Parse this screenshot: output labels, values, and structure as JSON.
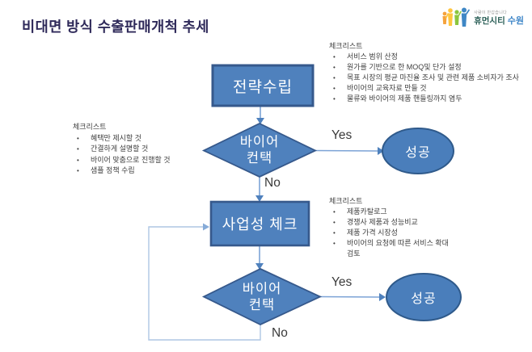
{
  "title": "비대면 방식 수출판매개척 추세",
  "logo": {
    "tagline": "사람이 반갑습니다",
    "brand": "휴먼시티",
    "city": "수원"
  },
  "flow": {
    "strategy": "전략수립",
    "decision1_line1": "바이어",
    "decision1_line2": "컨택",
    "yes1": "Yes",
    "no1": "No",
    "success1": "성공",
    "business_check": "사업성 체크",
    "decision2_line1": "바이어",
    "decision2_line2": "컨택",
    "yes2": "Yes",
    "no2": "No",
    "success2": "성공"
  },
  "bullet_char": "•",
  "checklists": {
    "strategy": {
      "title": "체크리스트",
      "items": [
        "서비스 범위 산정",
        "원가를 기반으로 한 MOQ및 단가 설정",
        "목표 시장의 평균 마진율 조사 및 관련 제품 소비자가 조사",
        "바이어의 교육자료 만들 것",
        "물류와 바이어의 제품 핸들링까지 염두"
      ]
    },
    "contact": {
      "title": "체크리스트",
      "items": [
        "혜택만 제시할 것",
        "간결하게 설명할 것",
        "바이어 맞춤으로 진행할 것",
        "샘플 정책 수립"
      ]
    },
    "business": {
      "title": "체크리스트",
      "items": [
        "제품카탈로그",
        "경쟁사 제품과 성능비교",
        "제품 가격 시장성",
        "바이어의 요청에 따른 서비스 확대 검토"
      ]
    }
  },
  "colors": {
    "shape_fill": "#4f81bd",
    "shape_border": "#36598c",
    "connector": "#7ca3d6",
    "loop_connector": "#aec6e4",
    "title_color": "#2f2a5a"
  }
}
